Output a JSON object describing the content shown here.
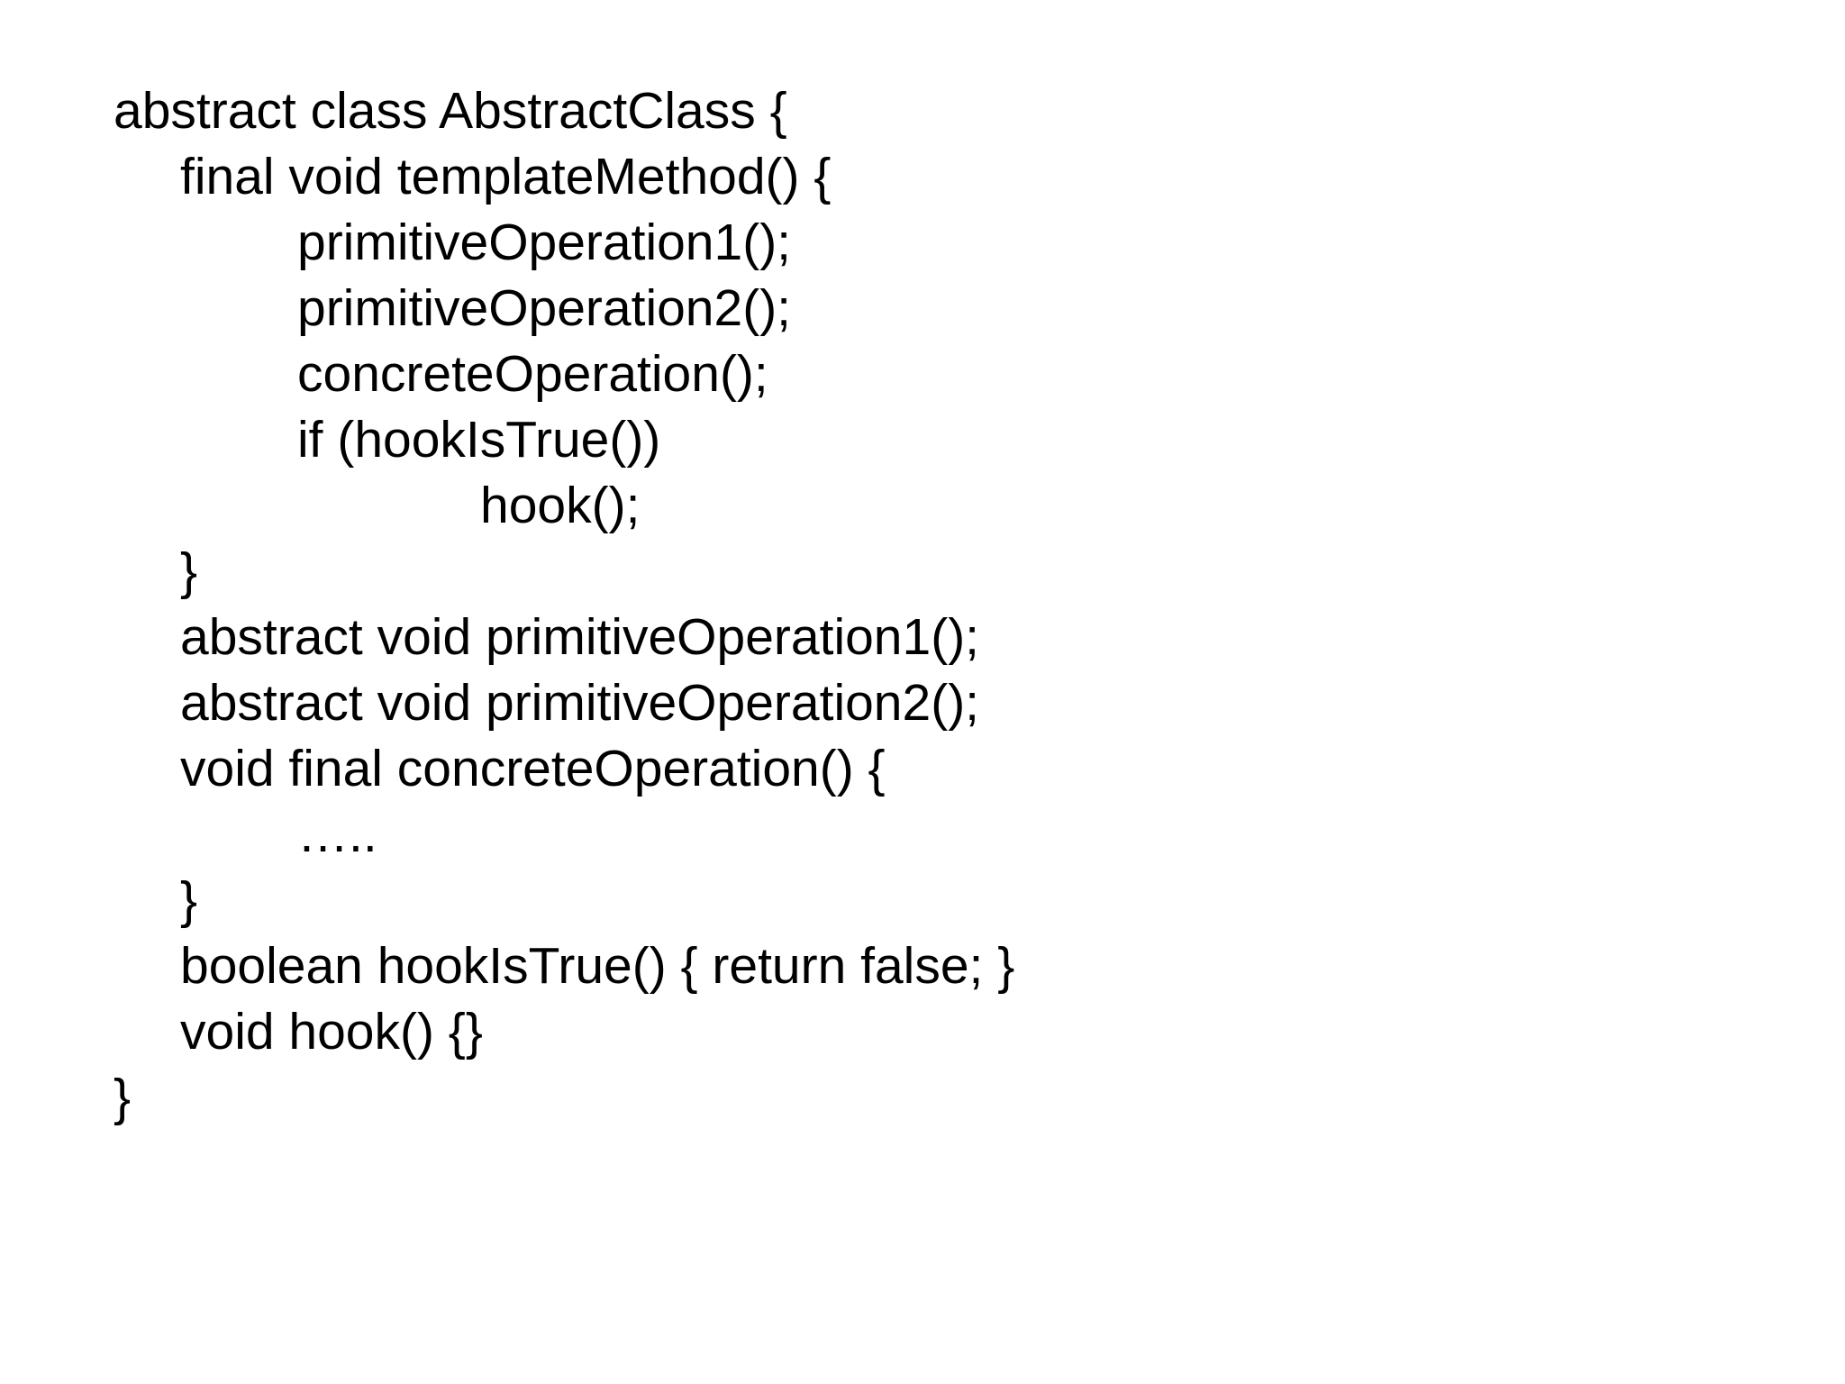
{
  "slide": {
    "background_color": "#ffffff",
    "text_color": "#000000",
    "code_block": {
      "lines": [
        {
          "indent": 0,
          "text": "abstract class AbstractClass {"
        },
        {
          "indent": 1,
          "text": "final void templateMethod() {"
        },
        {
          "indent": 2,
          "text": "primitiveOperation1();"
        },
        {
          "indent": 2,
          "text": "primitiveOperation2();"
        },
        {
          "indent": 2,
          "text": "concreteOperation();"
        },
        {
          "indent": 2,
          "text": "if (hookIsTrue())"
        },
        {
          "indent": 3,
          "text": "hook();"
        },
        {
          "indent": 1,
          "text": "}"
        },
        {
          "indent": 1,
          "text": "abstract void primitiveOperation1();"
        },
        {
          "indent": 1,
          "text": "abstract void primitiveOperation2();"
        },
        {
          "indent": 1,
          "text": "void final concreteOperation() {"
        },
        {
          "indent": 2,
          "text": "….."
        },
        {
          "indent": 1,
          "text": "}"
        },
        {
          "indent": 1,
          "text": "boolean hookIsTrue() { return false; }"
        },
        {
          "indent": 1,
          "text": "void hook() {}"
        },
        {
          "indent": 0,
          "text": "}"
        }
      ]
    }
  }
}
